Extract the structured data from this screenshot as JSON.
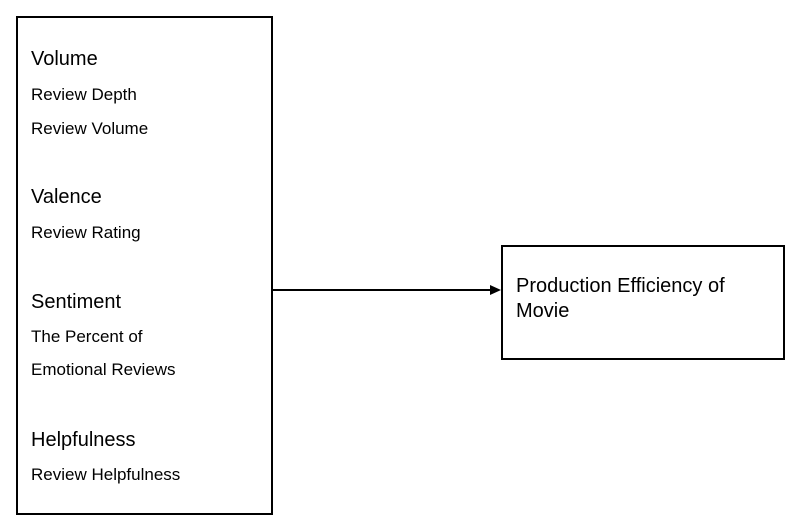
{
  "left_box": {
    "groups": [
      {
        "title": "Volume",
        "items": [
          "Review Depth",
          "Review Volume"
        ]
      },
      {
        "title": "Valence",
        "items": [
          "Review Rating"
        ]
      },
      {
        "title": "Sentiment",
        "items": [
          "The Percent of",
          "Emotional Reviews"
        ]
      },
      {
        "title": "Helpfulness",
        "items": [
          "Review Helpfulness"
        ]
      }
    ]
  },
  "right_box": {
    "label": "Production Efficiency of Movie"
  }
}
